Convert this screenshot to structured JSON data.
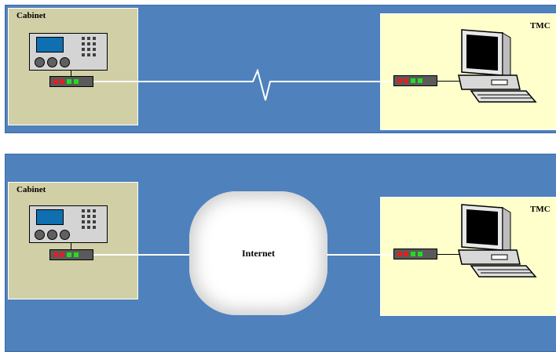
{
  "top": {
    "cabinet_label": "Cabinet",
    "tmc_label": "TMC"
  },
  "bottom": {
    "cabinet_label": "Cabinet",
    "tmc_label": "TMC",
    "cloud_label": "Internet"
  },
  "colors": {
    "panel": "#4f81bd",
    "cabinet": "#d1cfa6",
    "tmc": "#ffffcc",
    "link": "#ffffff",
    "led_red": "#e02020",
    "led_green": "#22dd22"
  },
  "icons": [
    "controller-icon",
    "modem-icon",
    "computer-icon",
    "cloud-icon"
  ]
}
